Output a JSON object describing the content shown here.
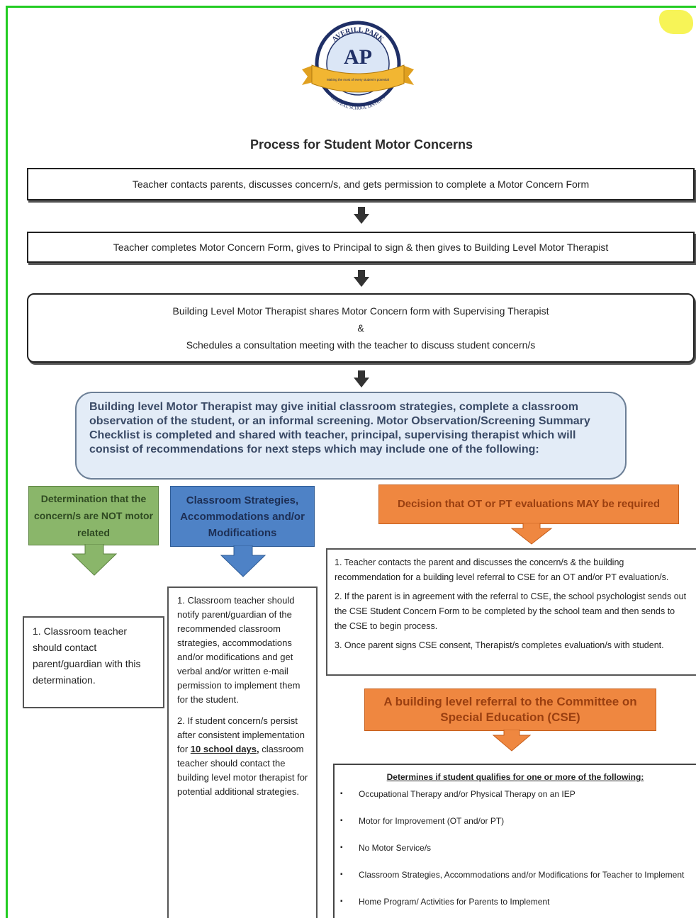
{
  "logo": {
    "monogram": "AP",
    "arc_top": "AVERILL PARK",
    "ribbon": "Making the most of every student's potential",
    "arc_bottom": "CENTRAL SCHOOL DISTRICT",
    "colors": {
      "navy": "#1f2f66",
      "gold": "#f2b632",
      "light_blue": "#dbe6f6"
    }
  },
  "title": "Process for Student Motor Concerns",
  "steps": [
    "Teacher contacts parents, discusses concern/s, and gets permission to complete a Motor Concern Form",
    "Teacher completes Motor Concern Form, gives to Principal to sign & then gives to Building Level Motor Therapist"
  ],
  "step3": {
    "line1": "Building Level Motor Therapist shares Motor Concern form with Supervising Therapist",
    "amp": "&",
    "line2": "Schedules a consultation meeting with the teacher to discuss student concern/s"
  },
  "bubble": "Building level Motor Therapist may give initial classroom strategies, complete a classroom observation of the student, or an informal screening. Motor Observation/Screening Summary Checklist is completed and shared with teacher, principal, supervising therapist which will consist of recommendations for next steps which may include one of the following:",
  "branches": {
    "green": {
      "label": "Determination that the concern/s are NOT motor related",
      "item": "1. Classroom teacher should contact parent/guardian with this determination.",
      "color": "#8ab66a"
    },
    "blue": {
      "label": "Classroom Strategies, Accommodations and/or Modifications",
      "item1": "1. Classroom teacher should notify parent/guardian of the recommended classroom strategies, accommodations and/or modifications and get verbal and/or written e-mail permission to implement them for the student.",
      "item2_a": "2. If student concern/s persist after consistent implementation for ",
      "item2_u": "10 school days,",
      "item2_b": " classroom teacher should contact the building level motor therapist for potential additional strategies.",
      "color": "#4e82c6"
    },
    "orange": {
      "label": "Decision that OT or PT evaluations MAY be required",
      "items": [
        "1. Teacher contacts the parent and discusses the concern/s & the building recommendation for a building level referral to CSE for an OT and/or PT evaluation/s.",
        "2. If the parent is in agreement with the referral to CSE, the school psychologist sends out the CSE Student Concern Form to be completed by the school team and then sends to the CSE to begin process.",
        "3. Once parent signs CSE consent, Therapist/s completes evaluation/s with student."
      ],
      "color": "#ef8740"
    }
  },
  "cse": {
    "label": "A building level referral to the Committee on Special Education (CSE)",
    "heading": "Determines if student qualifies for one or more of the following:",
    "items": [
      "Occupational Therapy and/or Physical Therapy on an IEP",
      "Motor for Improvement (OT and/or PT)",
      "No Motor Service/s",
      "Classroom Strategies, Accommodations and/or Modifications for Teacher to Implement",
      "Home Program/ Activities for Parents to Implement"
    ]
  }
}
